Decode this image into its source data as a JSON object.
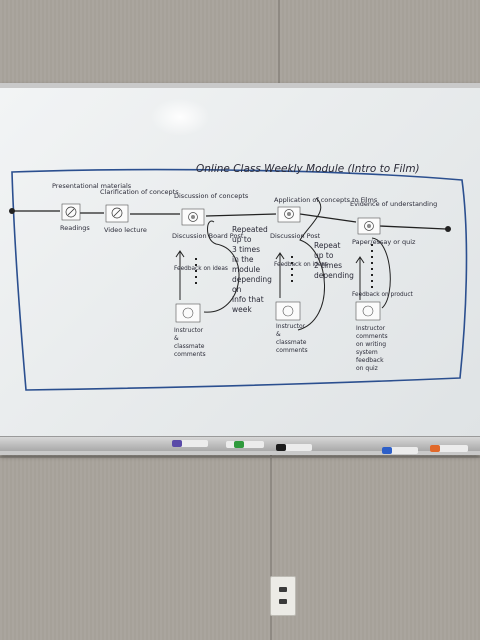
{
  "board": {
    "title": "Online Class Weekly Module (Intro to Film)",
    "steps": [
      {
        "label": "Presentational materials",
        "caption": "Readings"
      },
      {
        "label": "Clarification of concepts",
        "caption": "Video lecture"
      },
      {
        "label": "Discussion of concepts",
        "caption": "Discussion Board Post"
      },
      {
        "label": "Application of concepts to Films",
        "caption": "Discussion Post"
      },
      {
        "label": "Evidence of understanding",
        "caption": "Paper/essay or quiz"
      }
    ],
    "repeat_notes": {
      "first": [
        "Repeated",
        "up to",
        "3 times",
        "in the",
        "module",
        "depending",
        "on",
        "info that",
        "week"
      ],
      "second": [
        "Repeat",
        "up to",
        "2 times",
        "depending"
      ]
    },
    "feedback_labels": [
      "Feedback on ideas",
      "Feedback on ideas",
      "Feedback on product"
    ],
    "bottom_labels": [
      [
        "Instructor",
        "&",
        "classmate",
        "comments"
      ],
      [
        "Instructor",
        "&",
        "classmate",
        "comments"
      ],
      [
        "Instructor",
        "comments",
        "on writing",
        "system",
        "feedback",
        "on quiz"
      ]
    ]
  },
  "markers": [
    {
      "color": "#5a4aa8"
    },
    {
      "color": "#2f9a3c"
    },
    {
      "color": "#1c1c1c"
    },
    {
      "color": "#2d5fc8"
    },
    {
      "color": "#e0682a"
    }
  ]
}
